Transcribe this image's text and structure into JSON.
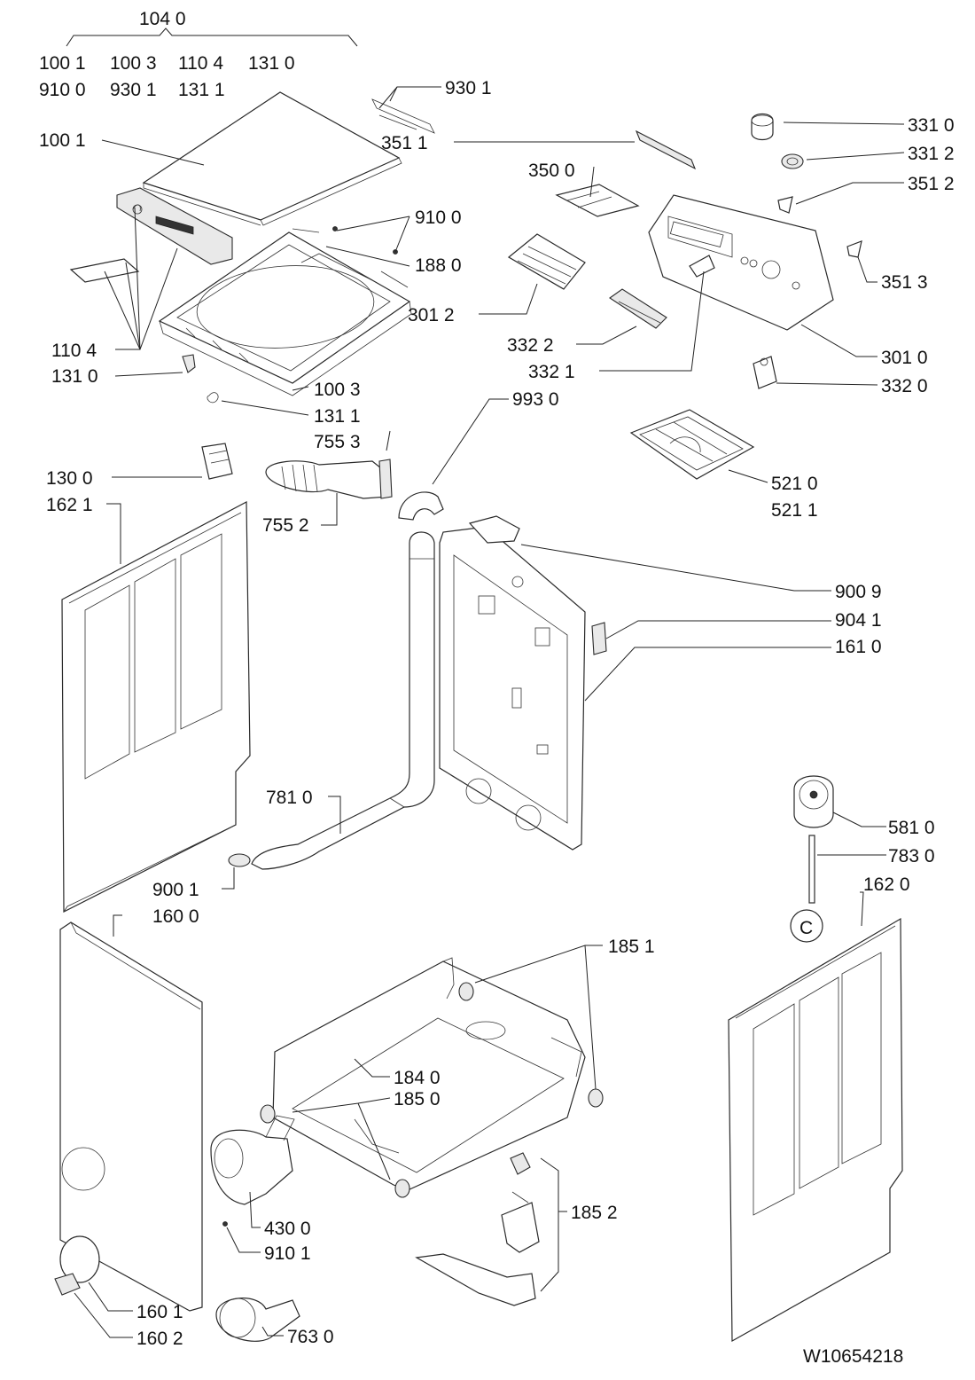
{
  "group_header": {
    "title": "104 0",
    "row1": [
      "100 1",
      "100 3",
      "110 4",
      "131 0"
    ],
    "row2": [
      "910 0",
      "930 1",
      "131 1"
    ]
  },
  "callouts": {
    "p9301": "930 1",
    "p1001": "100 1",
    "p9100": "910 0",
    "p1880": "188 0",
    "p1104": "110 4",
    "p1310": "131 0",
    "p1003": "100 3",
    "p1311": "131 1",
    "p7553": "755 3",
    "p1300": "130 0",
    "p1621": "162 1",
    "p7552": "755 2",
    "p3511": "351 1",
    "p3500": "350 0",
    "p3012": "301 2",
    "p3310": "331 0",
    "p3312": "331 2",
    "p3512": "351 2",
    "p3513": "351 3",
    "p3322": "332 2",
    "p3321": "332 1",
    "p3010": "301 0",
    "p3320": "332 0",
    "p9930": "993 0",
    "p5210": "521 0",
    "p5211": "521 1",
    "p9009": "900 9",
    "p9041": "904 1",
    "p1610": "161 0",
    "p7810": "781 0",
    "p9001": "900 1",
    "p1600": "160 0",
    "p5810": "581 0",
    "p7830": "783 0",
    "p1620": "162 0",
    "circle_c": "C",
    "p1851": "185 1",
    "p1840": "184 0",
    "p1850": "185 0",
    "p1852": "185 2",
    "p4300": "430 0",
    "p9101": "910 1",
    "p1601": "160 1",
    "p1602": "160 2",
    "p7630": "763 0"
  },
  "document_id": "W10654218",
  "icons": {
    "top_cover": "top-cover-icon",
    "lid": "lid-icon",
    "console": "console-panel-icon",
    "knob": "selector-knob-icon",
    "side_panel": "side-panel-icon",
    "front_panel": "front-panel-icon",
    "base_frame": "base-frame-icon",
    "pump": "drain-pump-icon",
    "hose": "drain-hose-icon"
  }
}
